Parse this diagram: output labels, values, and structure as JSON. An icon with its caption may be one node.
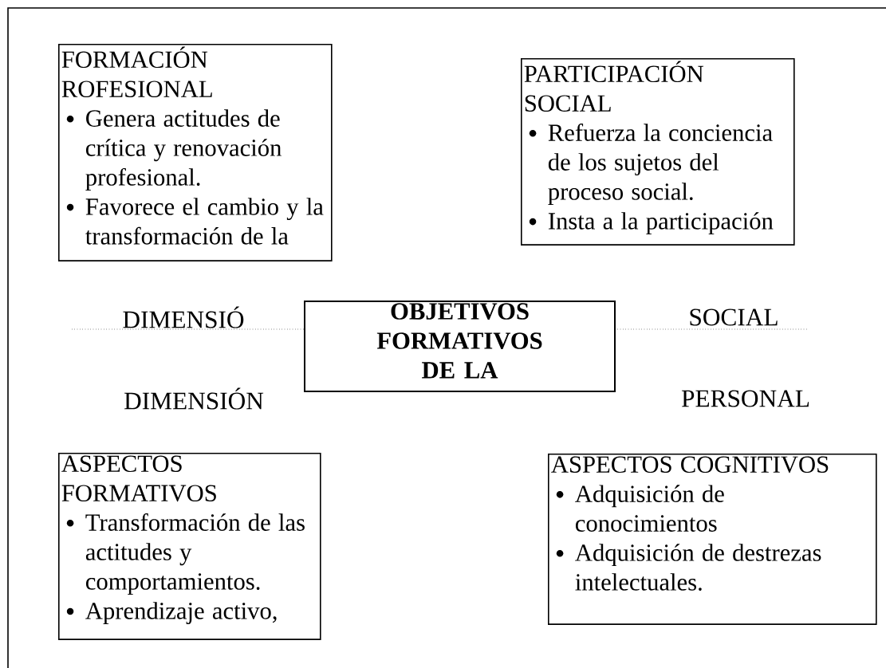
{
  "diagram": {
    "nodes": [
      {
        "text": [
          "FORMACIÓN ROFESIONAL",
          "Genera actitudes de crítica y renovación profesional.",
          "Favorece el cambio y la transformación de la"
        ]
      },
      {
        "text": [
          "PARTICIPACIÓN SOCIAL",
          "Refuerza la conciencia de los sujetos del proceso social.",
          "Insta a la participación"
        ]
      },
      {
        "text": [
          "OBJETIVOS FORMATIVOS DE LA"
        ]
      },
      {
        "text": [
          "ASPECTOS FORMATIVOS",
          "Transformación de las actitudes y comportamientos.",
          "Aprendizaje activo,"
        ]
      },
      {
        "text": [
          "ASPECTOS COGNITIVOS",
          "Adquisición de conocimientos",
          "Adquisición de destrezas intelectuales."
        ]
      }
    ],
    "edges": [],
    "labels": [
      "DIMENSIÓ",
      "SOCIAL",
      "DIMENSIÓN",
      "PERSONAL"
    ]
  }
}
